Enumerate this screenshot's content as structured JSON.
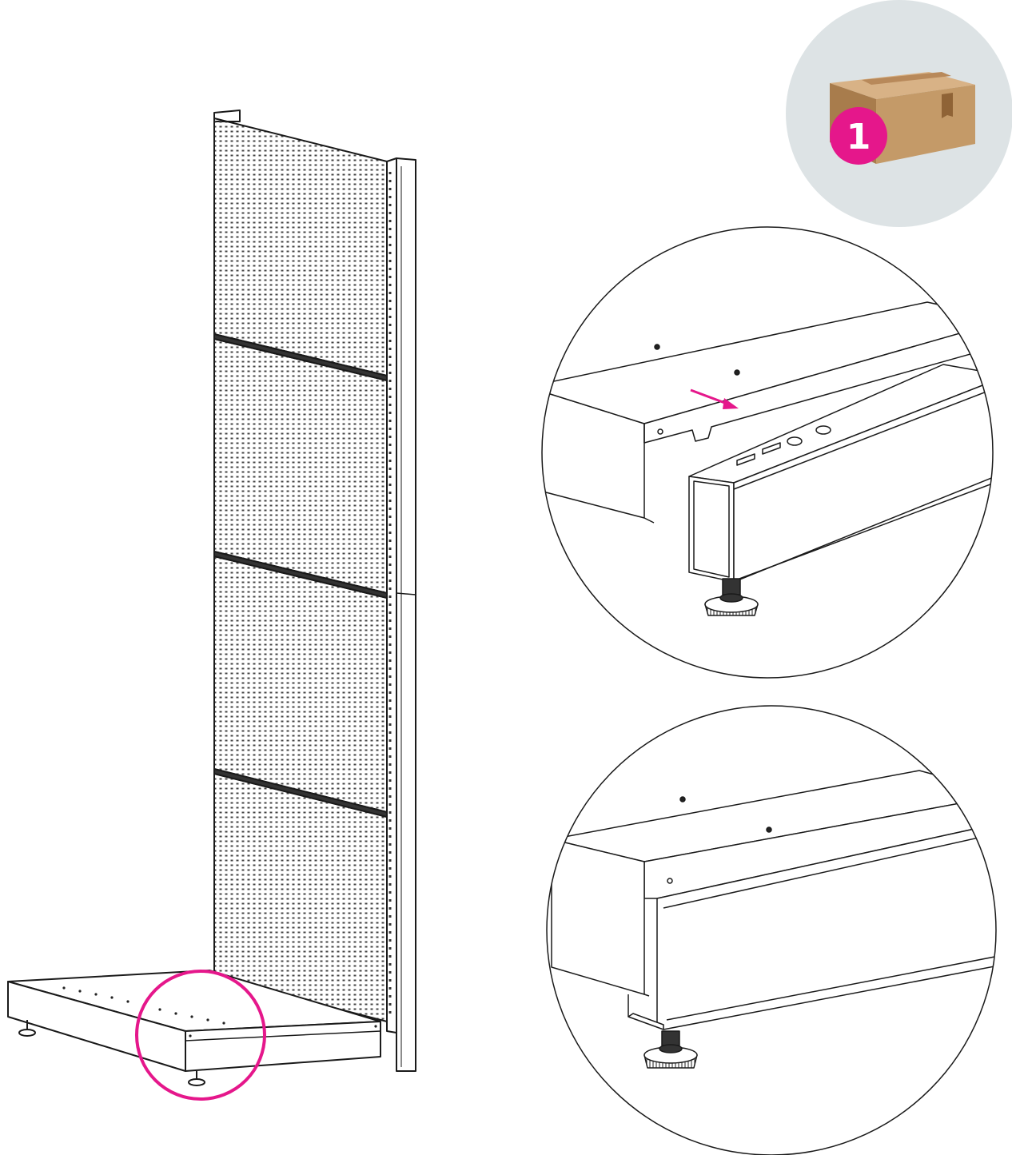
{
  "step_badge": {
    "number": "1",
    "icon": "cardboard-box-icon",
    "accent_color": "#e5178b",
    "circle_color": "#dde3e5",
    "box_color": "#c49a68"
  },
  "colors": {
    "line": "#1a1a1a",
    "highlight": "#e5178b",
    "panel_fill": "#fafafa"
  },
  "views": [
    {
      "id": "overview",
      "label": "shelving-unit-overview"
    },
    {
      "id": "detail-before",
      "label": "base-joint-detail-before"
    },
    {
      "id": "detail-after",
      "label": "base-joint-detail-after"
    }
  ]
}
